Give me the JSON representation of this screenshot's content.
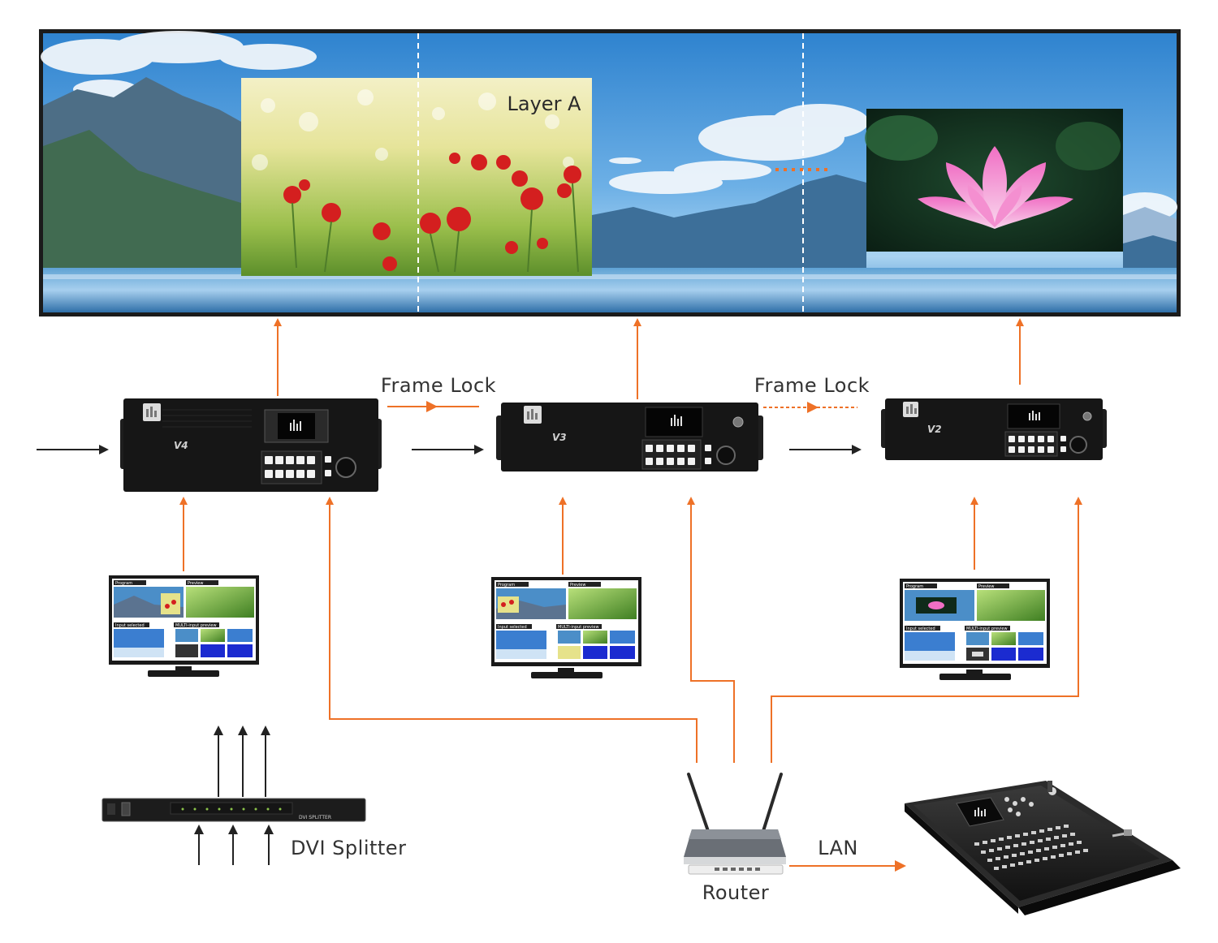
{
  "colors": {
    "arrow_orange": "#ee7127",
    "arrow_black": "#222222",
    "device_body": "#161616",
    "sky": "#3d8fd2"
  },
  "led_wall": {
    "layer_label": "Layer A",
    "divider_count": 2
  },
  "links": {
    "frame_lock_1": "Frame Lock",
    "frame_lock_2": "Frame Lock",
    "lan": "LAN"
  },
  "processors": [
    {
      "name": "V4"
    },
    {
      "name": "V3"
    },
    {
      "name": "V2"
    }
  ],
  "monitors": [
    {
      "program_label": "Program",
      "preview_label": "Preview",
      "input_label": "Input selected",
      "multi_label": "MULTI-input preview"
    },
    {
      "program_label": "Program",
      "preview_label": "Preview",
      "input_label": "Input selected",
      "multi_label": "MULTI-input preview"
    },
    {
      "program_label": "Program",
      "preview_label": "Preview",
      "input_label": "Input selected",
      "multi_label": "MULTI-input preview"
    }
  ],
  "splitter": {
    "label": "DVI Splitter",
    "panel_text": "DVI SPLITTER"
  },
  "router": {
    "label": "Router"
  },
  "icons": {
    "processor_logo": "processor-logo-icon",
    "router": "router-icon",
    "console": "control-console-icon",
    "monitor": "monitor-icon"
  }
}
